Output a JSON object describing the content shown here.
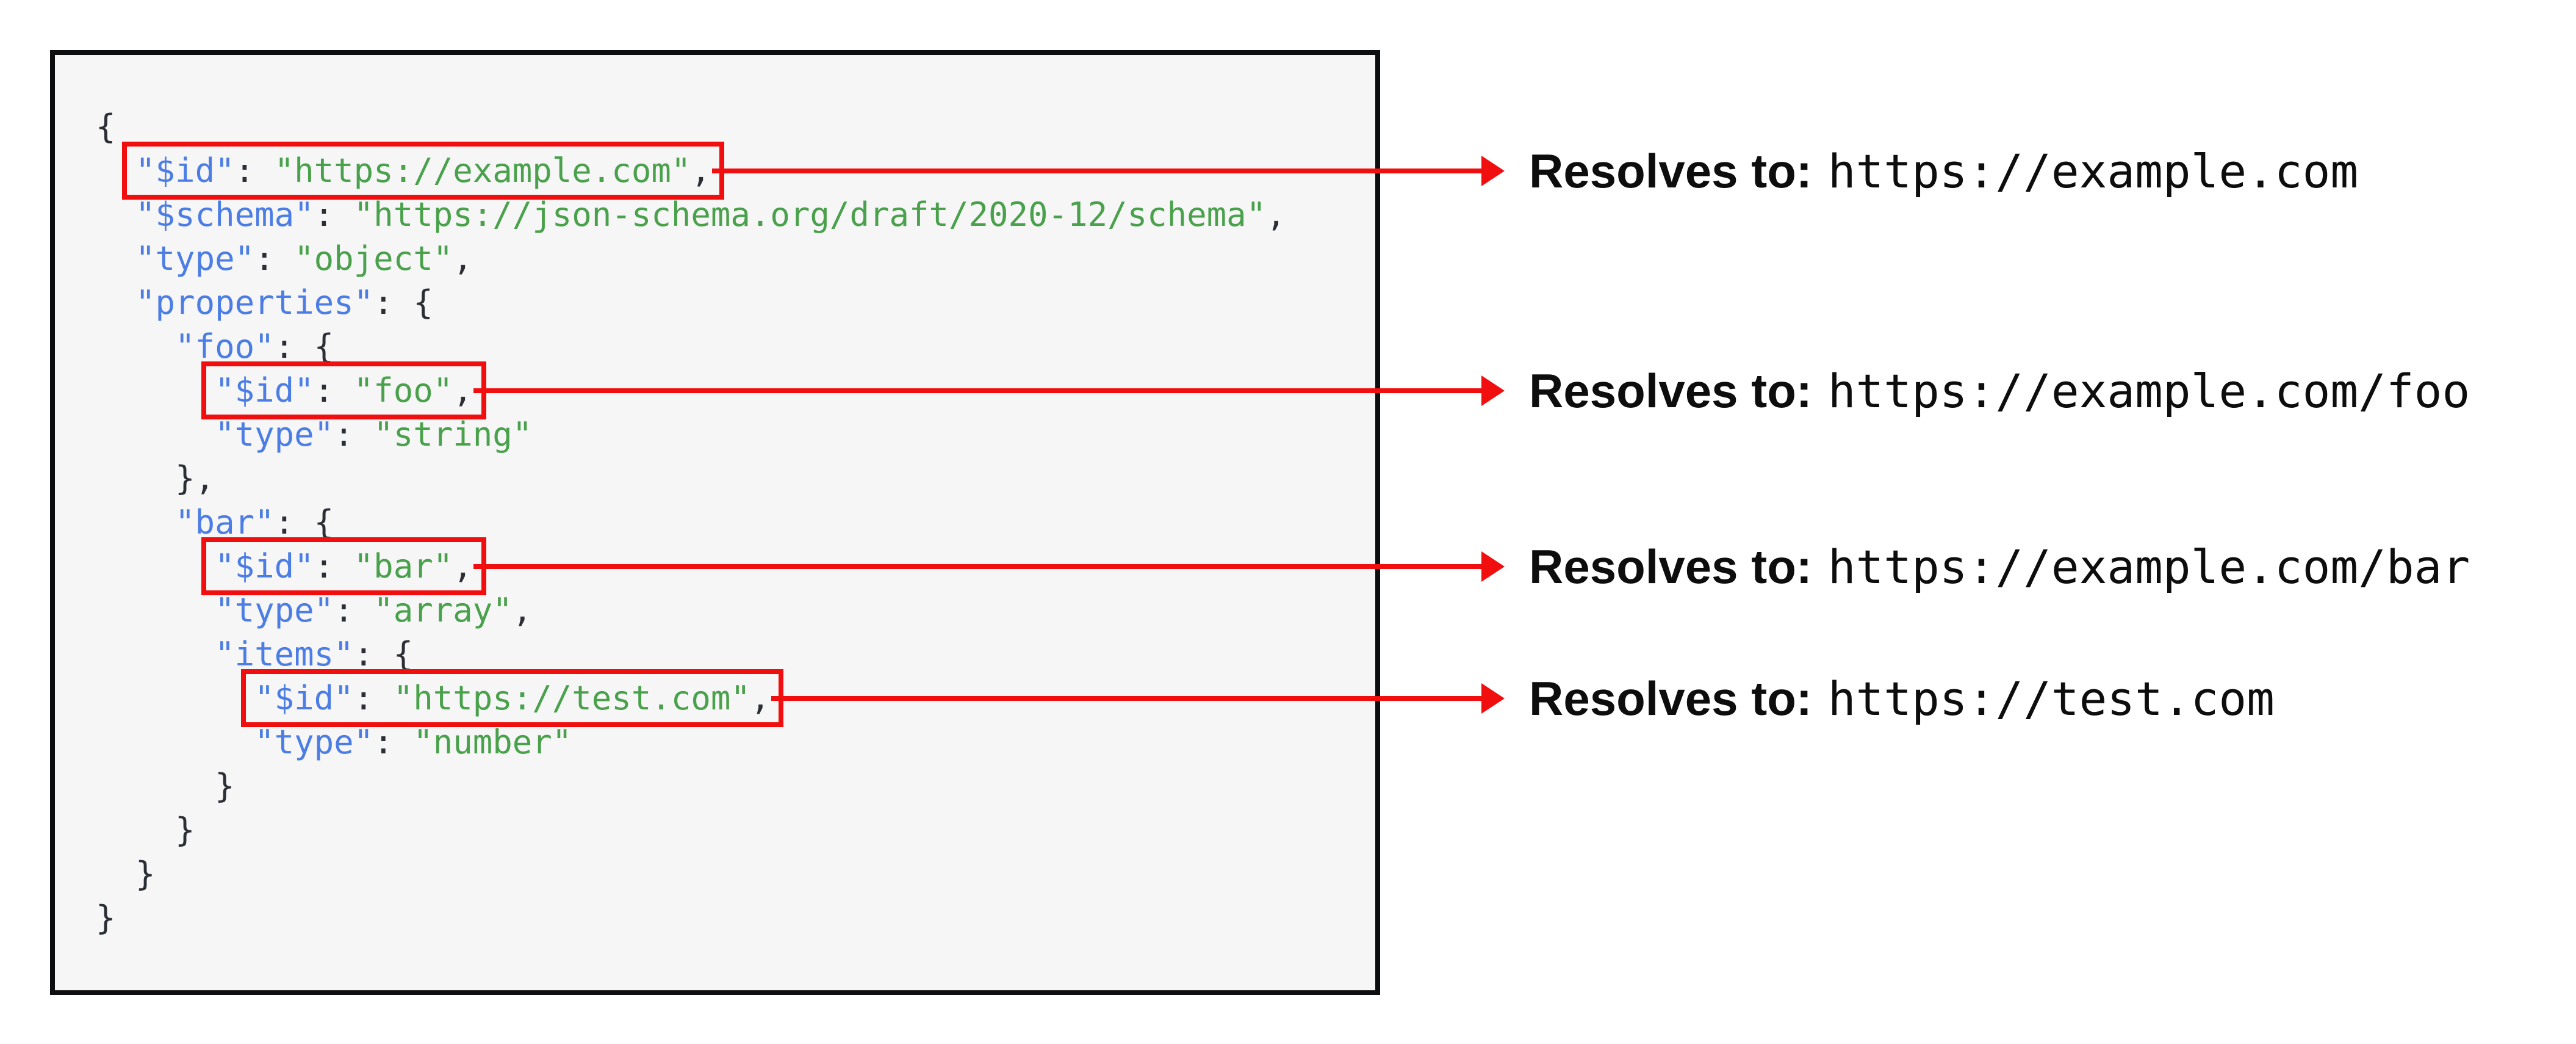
{
  "figure": {
    "title": "JSON Schema $id resolution figure"
  },
  "colors": {
    "key": "#4b7de4",
    "string": "#4aa14b",
    "punctuation": "#2b2e34",
    "highlight_red": "#f10e0e",
    "panel_background": "#f6f6f7",
    "panel_border": "#0d0e10",
    "annotation_text": "#0d0d0d"
  },
  "code": {
    "language": "json",
    "lines": [
      {
        "indent": 0,
        "boxed": false,
        "tokens": [
          {
            "c": "pun",
            "v": "{"
          }
        ]
      },
      {
        "indent": 1,
        "boxed": true,
        "tokens": [
          {
            "c": "key",
            "v": "\"$id\""
          },
          {
            "c": "pun",
            "v": ": "
          },
          {
            "c": "str",
            "v": "\"https://example.com\""
          },
          {
            "c": "pun",
            "v": ","
          }
        ]
      },
      {
        "indent": 1,
        "boxed": false,
        "tokens": [
          {
            "c": "key",
            "v": "\"$schema\""
          },
          {
            "c": "pun",
            "v": ": "
          },
          {
            "c": "str",
            "v": "\"https://json-schema.org/draft/2020-12/schema\""
          },
          {
            "c": "pun",
            "v": ","
          }
        ]
      },
      {
        "indent": 1,
        "boxed": false,
        "tokens": [
          {
            "c": "key",
            "v": "\"type\""
          },
          {
            "c": "pun",
            "v": ": "
          },
          {
            "c": "str",
            "v": "\"object\""
          },
          {
            "c": "pun",
            "v": ","
          }
        ]
      },
      {
        "indent": 1,
        "boxed": false,
        "tokens": [
          {
            "c": "key",
            "v": "\"properties\""
          },
          {
            "c": "pun",
            "v": ": {"
          }
        ]
      },
      {
        "indent": 2,
        "boxed": false,
        "tokens": [
          {
            "c": "key",
            "v": "\"foo\""
          },
          {
            "c": "pun",
            "v": ": {"
          }
        ]
      },
      {
        "indent": 3,
        "boxed": true,
        "tokens": [
          {
            "c": "key",
            "v": "\"$id\""
          },
          {
            "c": "pun",
            "v": ": "
          },
          {
            "c": "str",
            "v": "\"foo\""
          },
          {
            "c": "pun",
            "v": ","
          }
        ]
      },
      {
        "indent": 3,
        "boxed": false,
        "tokens": [
          {
            "c": "key",
            "v": "\"type\""
          },
          {
            "c": "pun",
            "v": ": "
          },
          {
            "c": "str",
            "v": "\"string\""
          }
        ]
      },
      {
        "indent": 2,
        "boxed": false,
        "tokens": [
          {
            "c": "pun",
            "v": "},"
          }
        ]
      },
      {
        "indent": 2,
        "boxed": false,
        "tokens": [
          {
            "c": "key",
            "v": "\"bar\""
          },
          {
            "c": "pun",
            "v": ": {"
          }
        ]
      },
      {
        "indent": 3,
        "boxed": true,
        "tokens": [
          {
            "c": "key",
            "v": "\"$id\""
          },
          {
            "c": "pun",
            "v": ": "
          },
          {
            "c": "str",
            "v": "\"bar\""
          },
          {
            "c": "pun",
            "v": ","
          }
        ]
      },
      {
        "indent": 3,
        "boxed": false,
        "tokens": [
          {
            "c": "key",
            "v": "\"type\""
          },
          {
            "c": "pun",
            "v": ": "
          },
          {
            "c": "str",
            "v": "\"array\""
          },
          {
            "c": "pun",
            "v": ","
          }
        ]
      },
      {
        "indent": 3,
        "boxed": false,
        "tokens": [
          {
            "c": "key",
            "v": "\"items\""
          },
          {
            "c": "pun",
            "v": ": {"
          }
        ]
      },
      {
        "indent": 4,
        "boxed": true,
        "tokens": [
          {
            "c": "key",
            "v": "\"$id\""
          },
          {
            "c": "pun",
            "v": ": "
          },
          {
            "c": "str",
            "v": "\"https://test.com\""
          },
          {
            "c": "pun",
            "v": ","
          }
        ]
      },
      {
        "indent": 4,
        "boxed": false,
        "tokens": [
          {
            "c": "key",
            "v": "\"type\""
          },
          {
            "c": "pun",
            "v": ": "
          },
          {
            "c": "str",
            "v": "\"number\""
          }
        ]
      },
      {
        "indent": 3,
        "boxed": false,
        "tokens": [
          {
            "c": "pun",
            "v": "}"
          }
        ]
      },
      {
        "indent": 2,
        "boxed": false,
        "tokens": [
          {
            "c": "pun",
            "v": "}"
          }
        ]
      },
      {
        "indent": 1,
        "boxed": false,
        "tokens": [
          {
            "c": "pun",
            "v": "}"
          }
        ]
      },
      {
        "indent": 0,
        "boxed": false,
        "tokens": [
          {
            "c": "pun",
            "v": "}"
          }
        ]
      }
    ]
  },
  "annotations": {
    "items": [
      {
        "label": "Resolves to:",
        "url": "https://example.com"
      },
      {
        "label": "Resolves to:",
        "url": "https://example.com/foo"
      },
      {
        "label": "Resolves to:",
        "url": "https://example.com/bar"
      },
      {
        "label": "Resolves to:",
        "url": "https://test.com"
      }
    ]
  }
}
